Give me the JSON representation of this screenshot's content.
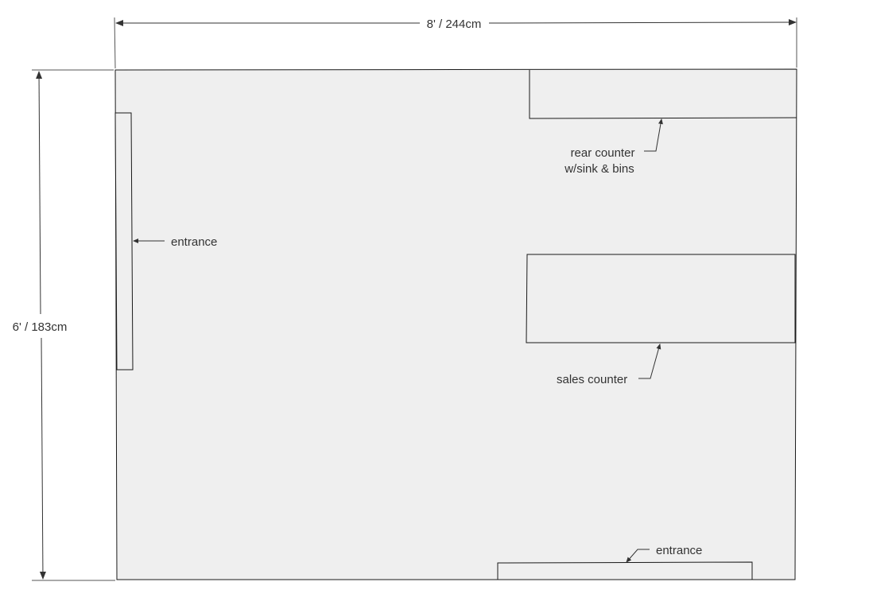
{
  "dimensions": {
    "width_label": "8' / 244cm",
    "height_label": "6' / 183cm"
  },
  "labels": {
    "rear_counter_line1": "rear counter",
    "rear_counter_line2": "w/sink & bins",
    "left_entrance": "entrance",
    "sales_counter": "sales counter",
    "bottom_entrance": "entrance"
  },
  "colors": {
    "floor": "#efefef",
    "stroke": "#1a1a1a",
    "text": "#333333"
  }
}
